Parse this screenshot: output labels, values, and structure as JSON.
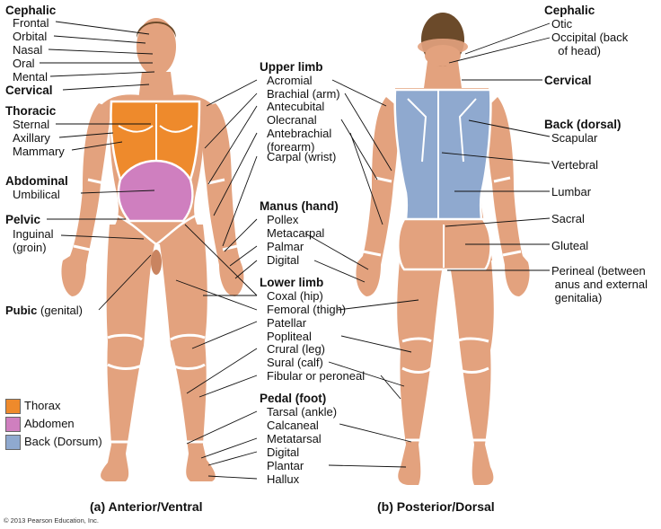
{
  "colors": {
    "skin": "#e3a27e",
    "skin_shadow": "#c98460",
    "hair": "#6b4a2a",
    "thorax": "#ee8a2c",
    "abdomen": "#cf7fbf",
    "back": "#8fa9cf",
    "outline": "#ffffff",
    "leader": "#111111"
  },
  "anterior": {
    "left_labels": {
      "cephalic": "Cephalic",
      "frontal": "Frontal",
      "orbital": "Orbital",
      "nasal": "Nasal",
      "oral": "Oral",
      "mental": "Mental",
      "cervical": "Cervical",
      "thoracic": "Thoracic",
      "sternal": "Sternal",
      "axillary": "Axillary",
      "mammary": "Mammary",
      "abdominal": "Abdominal",
      "umbilical": "Umbilical",
      "pelvic": "Pelvic",
      "inguinal": "Inguinal\n(groin)",
      "pubic_bold": "Pubic",
      "pubic_rest": "(genital)"
    },
    "caption": "(a) Anterior/Ventral"
  },
  "center_labels": {
    "upper_limb": "Upper limb",
    "acromial": "Acromial",
    "brachial": "Brachial (arm)",
    "antecubital": "Antecubital",
    "olecranal": "Olecranal",
    "antebrachial": "Antebrachial\n(forearm)",
    "carpal": "Carpal (wrist)",
    "manus": "Manus (hand)",
    "pollex": "Pollex",
    "metacarpal": "Metacarpal",
    "palmar": "Palmar",
    "digital_hand": "Digital",
    "lower_limb": "Lower limb",
    "coxal": "Coxal (hip)",
    "femoral": "Femoral (thigh)",
    "patellar": "Patellar",
    "popliteal": "Popliteal",
    "crural": "Crural (leg)",
    "sural": "Sural (calf)",
    "fibular": "Fibular or peroneal",
    "pedal": "Pedal (foot)",
    "tarsal": "Tarsal (ankle)",
    "calcaneal": "Calcaneal",
    "metatarsal": "Metatarsal",
    "digital_foot": "Digital",
    "plantar": "Plantar",
    "hallux": "Hallux"
  },
  "posterior": {
    "right_labels": {
      "cephalic": "Cephalic",
      "otic": "Otic",
      "occipital": "Occipital (back\n  of head)",
      "cervical": "Cervical",
      "back": "Back (dorsal)",
      "scapular": "Scapular",
      "vertebral": "Vertebral",
      "lumbar": "Lumbar",
      "sacral": "Sacral",
      "gluteal": "Gluteal",
      "perineal": "Perineal (between\n anus and external\n genitalia)"
    },
    "caption": "(b) Posterior/Dorsal"
  },
  "legend": [
    {
      "label": "Thorax",
      "color": "#ee8a2c"
    },
    {
      "label": "Abdomen",
      "color": "#cf7fbf"
    },
    {
      "label": "Back (Dorsum)",
      "color": "#8fa9cf"
    }
  ],
  "credit": "© 2013 Pearson Education, Inc."
}
